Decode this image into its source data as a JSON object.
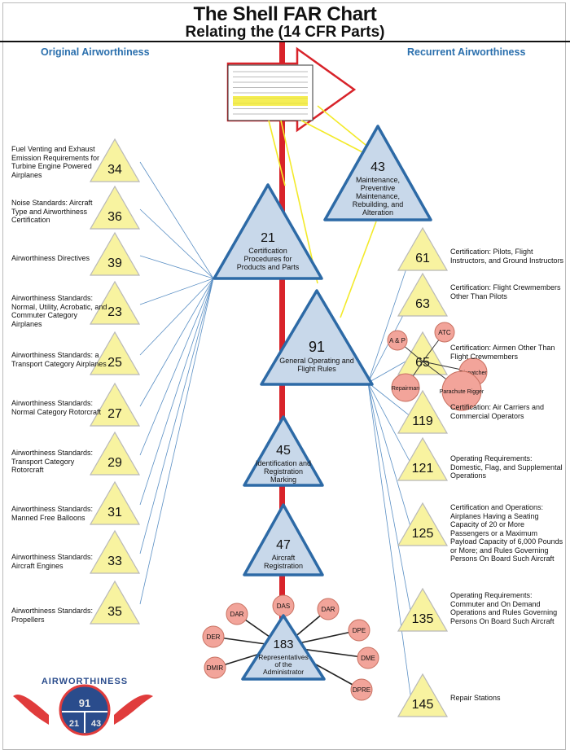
{
  "header": {
    "title": "The Shell FAR Chart",
    "subtitle": "Relating the (14 CFR Parts)"
  },
  "columns": {
    "left": "Original Airworthiness",
    "right": "Recurrent Airworthiness"
  },
  "left_parts": [
    {
      "part": "34",
      "label": "Fuel Venting and Exhaust Emission Requirements for Turbine Engine Powered Airplanes"
    },
    {
      "part": "36",
      "label": "Noise Standards: Aircraft Type and Airworthiness Certification"
    },
    {
      "part": "39",
      "label": "Airworthiness Directives"
    },
    {
      "part": "23",
      "label": "Airworthiness Standards: Normal, Utility, Acrobatic, and Commuter Category Airplanes"
    },
    {
      "part": "25",
      "label": "Airworthiness Standards: a Transport Category Airplanes"
    },
    {
      "part": "27",
      "label": "Airworthiness Standards: Normal Category Rotorcraft"
    },
    {
      "part": "29",
      "label": "Airworthiness Standards: Transport Category Rotorcraft"
    },
    {
      "part": "31",
      "label": "Airworthiness Standards: Manned Free Balloons"
    },
    {
      "part": "33",
      "label": "Airworthiness Standards: Aircraft Engines"
    },
    {
      "part": "35",
      "label": "Airworthiness Standards: Propellers"
    }
  ],
  "center_parts": [
    {
      "part": "21",
      "label": "Certification Procedures for Products and Parts"
    },
    {
      "part": "91",
      "label": "General Operating and Flight Rules"
    },
    {
      "part": "45",
      "label": "Identification and Registration Marking"
    },
    {
      "part": "47",
      "label": "Aircraft Registration"
    },
    {
      "part": "183",
      "label": "Representatives of the Administrator"
    },
    {
      "part": "43",
      "label": "Maintenance, Preventive Maintenance, Rebuilding, and Alteration"
    }
  ],
  "right_parts": [
    {
      "part": "61",
      "label": "Certification: Pilots, Flight Instructors, and Ground Instructors"
    },
    {
      "part": "63",
      "label": "Certification: Flight Crewmembers Other Than Pilots"
    },
    {
      "part": "65",
      "label": "Certification: Airmen Other Than Flight Crewmembers"
    },
    {
      "part": "119",
      "label": "Certification: Air Carriers and Commercial Operators"
    },
    {
      "part": "121",
      "label": "Operating Requirements: Domestic, Flag, and Supplemental Operations"
    },
    {
      "part": "125",
      "label": "Certification and Operations: Airplanes Having a Seating Capacity of 20 or More Passengers or a Maximum Payload Capacity of 6,000 Pounds or More; and Rules Governing Persons On Board Such Aircraft"
    },
    {
      "part": "135",
      "label": "Operating Requirements: Commuter and On Demand Operations and Rules Governing Persons On Board Such Aircraft"
    },
    {
      "part": "145",
      "label": "Repair Stations"
    }
  ],
  "airmen_65": [
    "A & P",
    "ATC",
    "Dispatcher",
    "Repairman",
    "Parachute Rigger"
  ],
  "representatives_183": [
    "DAS",
    "DAR",
    "DAR",
    "DPE",
    "DER",
    "DME",
    "DMIR",
    "DPRE"
  ],
  "logo": {
    "text": "AIRWORTHINESS",
    "numbers": [
      "91",
      "21",
      "43"
    ]
  },
  "colors": {
    "triangle_fill": "#c8d8ea",
    "triangle_stroke": "#2d6aa6",
    "yellow_fill": "#f8f3a0",
    "spine": "#d8232a",
    "circle_fill": "#f2a49a",
    "header_blue": "#2a6fad",
    "link_line": "#5a8fc4",
    "yellow_line": "#f3ea2a"
  }
}
